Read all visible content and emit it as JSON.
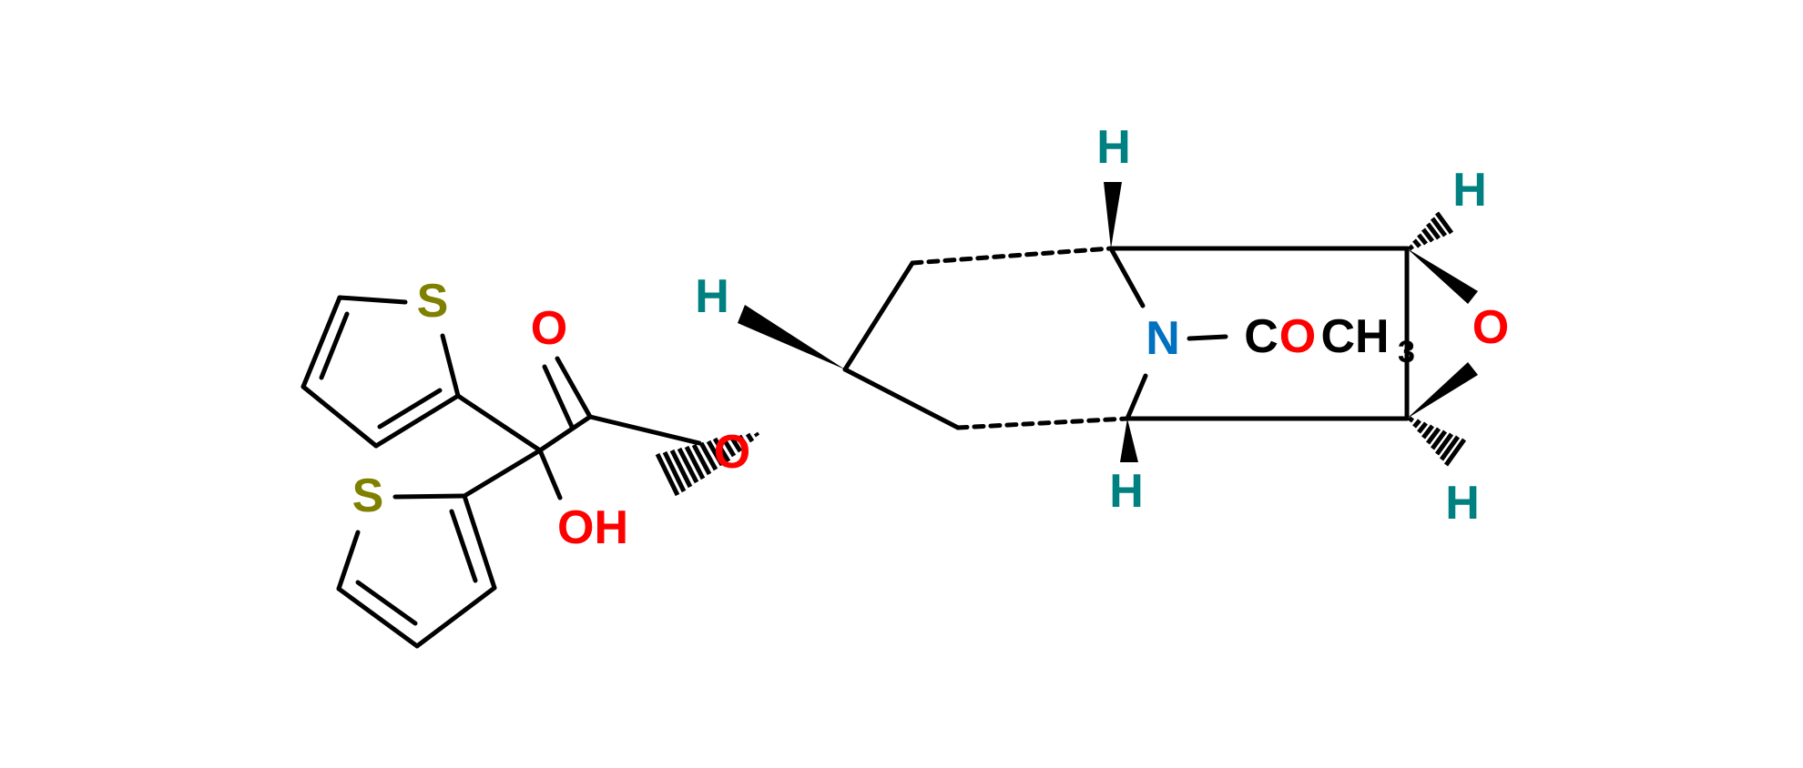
{
  "atoms": {
    "s1": {
      "text": "S",
      "color": "#808000"
    },
    "s2": {
      "text": "S",
      "color": "#808000"
    },
    "o_carbonyl": {
      "text": "O",
      "color": "#ff0000"
    },
    "oh": {
      "text": "OH",
      "color": "#ff0000"
    },
    "o_ester": {
      "text": "O",
      "color": "#ff0000"
    },
    "h_left": {
      "text": "H",
      "color": "#008080"
    },
    "h_top": {
      "text": "H",
      "color": "#008080"
    },
    "h_bottom": {
      "text": "H",
      "color": "#008080"
    },
    "h_right_top": {
      "text": "H",
      "color": "#008080"
    },
    "h_right_bottom": {
      "text": "H",
      "color": "#008080"
    },
    "n": {
      "text": "N",
      "color": "#0070c0"
    },
    "o_epoxide": {
      "text": "O",
      "color": "#ff0000"
    },
    "acetyl": {
      "c1": {
        "text": "C",
        "color": "#000000"
      },
      "o": {
        "text": "O",
        "color": "#ff0000"
      },
      "ch": {
        "text": "CH",
        "color": "#000000"
      },
      "sub": {
        "text": "3",
        "color": "#000000"
      }
    }
  }
}
